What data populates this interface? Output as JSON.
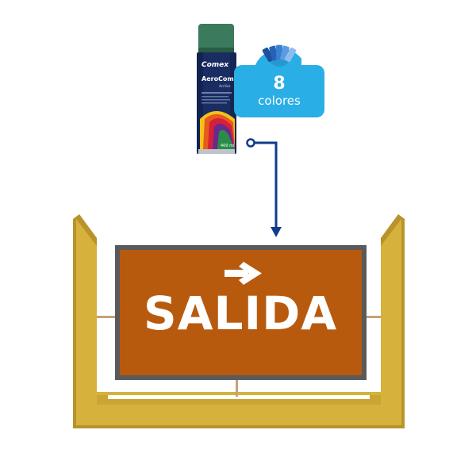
{
  "product": {
    "brand": "Comex",
    "name": "AeroComex",
    "subline": "Acrílico",
    "volume": "400 ml",
    "can_color": "#3b7a5c"
  },
  "badge": {
    "count": "8",
    "label": "colores",
    "color": "#29aee6",
    "icon": "color-swatch-icon"
  },
  "connector": {
    "color": "#123a8c"
  },
  "sign": {
    "text": "SALIDA",
    "arrow": "arrow-right-icon",
    "panel_color": "#b85a0e",
    "frame_color": "#5a5a5a",
    "stand_color": "#d6b13c"
  }
}
